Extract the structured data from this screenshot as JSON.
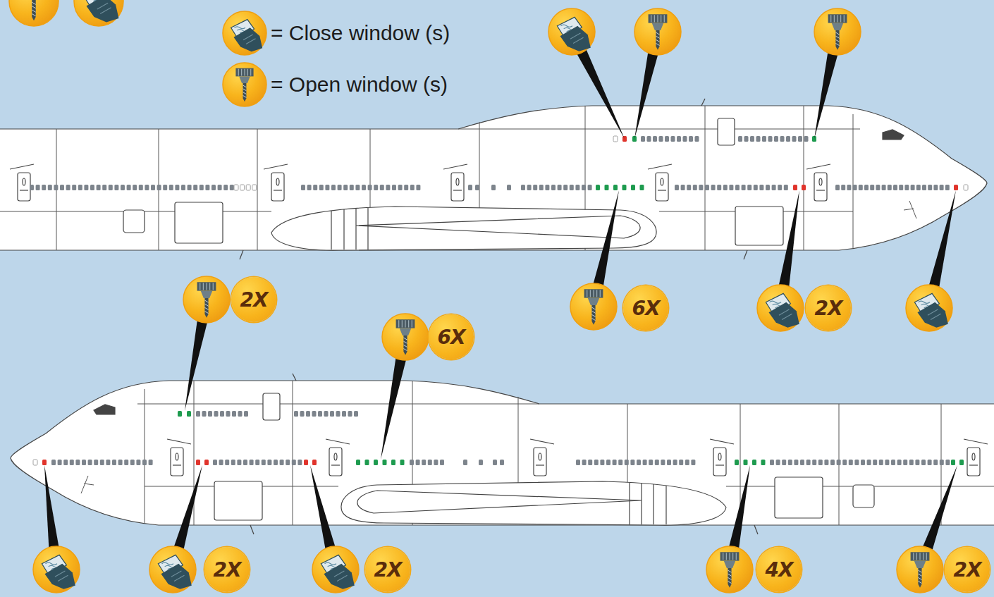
{
  "diagram": {
    "nodes": [
      {
        "text": [
          "2X"
        ]
      },
      {
        "text": [
          "6X"
        ]
      },
      {
        "text": [
          "2X"
        ]
      },
      {
        "text": [
          "6X"
        ]
      },
      {
        "text": [
          "2X"
        ]
      },
      {
        "text": [
          "2X"
        ]
      },
      {
        "text": [
          "4X"
        ]
      },
      {
        "text": [
          "2X"
        ]
      }
    ],
    "legend": [
      {
        "text": "= Close window (s)"
      },
      {
        "text": "= Open window (s)"
      }
    ]
  }
}
